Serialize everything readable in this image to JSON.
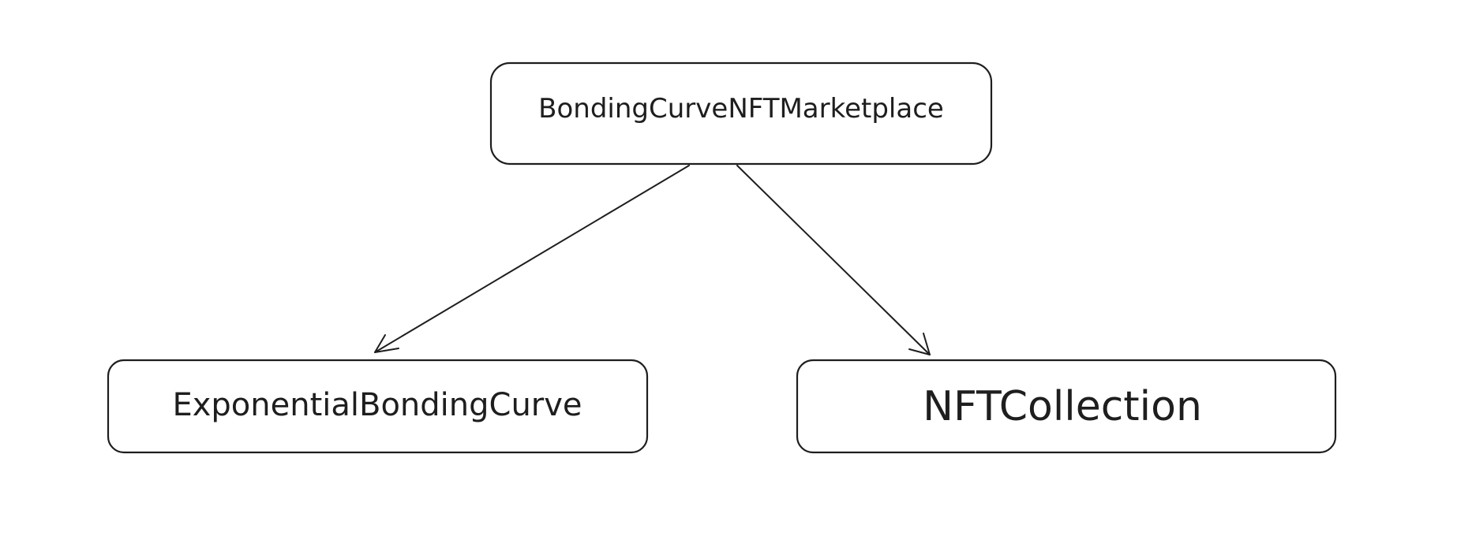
{
  "diagram": {
    "nodes": [
      {
        "id": "marketplace",
        "label": "BondingCurveNFTMarketplace"
      },
      {
        "id": "curve",
        "label": "ExponentialBondingCurve"
      },
      {
        "id": "collection",
        "label": "NFTCollection"
      }
    ],
    "edges": [
      {
        "from": "marketplace",
        "to": "curve"
      },
      {
        "from": "marketplace",
        "to": "collection"
      }
    ],
    "colors": {
      "stroke": "#1e1e1e",
      "background": "#ffffff"
    }
  }
}
